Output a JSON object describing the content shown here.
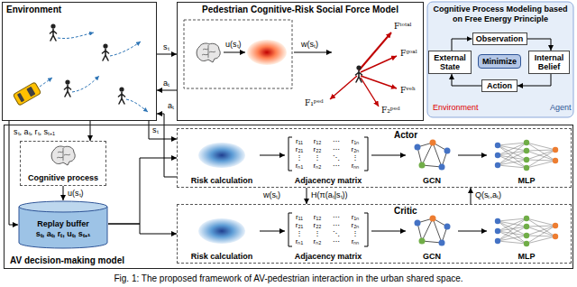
{
  "diagram": {
    "caption": "Fig. 1: The proposed framework of AV-pedestrian interaction in the urban shared space.",
    "nodes": [
      {
        "text": [
          "Environment"
        ]
      },
      {
        "text": [
          "Pedestrian Cognitive-Risk Social Force Model"
        ]
      },
      {
        "text": [
          "Cognitive Process Modeling based on Free Energy Principle"
        ]
      },
      {
        "text": [
          "Observation"
        ],
        "in": 2
      },
      {
        "text": [
          "External State"
        ],
        "in": 2
      },
      {
        "text": [
          "Minimize"
        ],
        "in": 2
      },
      {
        "text": [
          "Internal Belief"
        ],
        "in": 2
      },
      {
        "text": [
          "Action"
        ],
        "in": 2
      },
      {
        "text": [
          "AV decision-making model"
        ]
      },
      {
        "text": [
          "Cognitive process"
        ],
        "in": 8
      },
      {
        "text": [
          "Replay buffer",
          "sₜ, aₜ, rₜ, uₜ, sₜ₊₁"
        ],
        "in": 8
      },
      {
        "text": [
          "Actor"
        ],
        "in": 8
      },
      {
        "text": [
          "Risk calculation"
        ],
        "in": 11
      },
      {
        "text": [
          "Adjacency matrix"
        ],
        "in": 11
      },
      {
        "text": [
          "GCN"
        ],
        "in": 11
      },
      {
        "text": [
          "MLP"
        ],
        "in": 11
      },
      {
        "text": [
          "Critic"
        ],
        "in": 8
      },
      {
        "text": [
          "Risk calculation"
        ],
        "in": 16
      },
      {
        "text": [
          "Adjacency matrix"
        ],
        "in": 16
      },
      {
        "text": [
          "GCN"
        ],
        "in": 16
      },
      {
        "text": [
          "MLP"
        ],
        "in": 16
      }
    ],
    "edges": [
      {
        "from": 0,
        "to": 1,
        "label": "sₜ",
        "arrow": "to"
      },
      {
        "from": 1,
        "to": 0,
        "label": "aₜ",
        "arrow": "to"
      },
      {
        "from": 4,
        "to": 3,
        "arrow": "to"
      },
      {
        "from": 3,
        "to": 6,
        "arrow": "to"
      },
      {
        "from": 6,
        "to": 7,
        "arrow": "to"
      },
      {
        "from": 7,
        "to": 4,
        "arrow": "to"
      },
      {
        "from": 0,
        "to": 9,
        "arrow": "to"
      },
      {
        "from": 0,
        "to": 10,
        "label": "sₜ, aₜ, rₜ, sₜ₊₁",
        "arrow": "to"
      },
      {
        "from": 9,
        "to": 10,
        "label": "u(sₜ)",
        "arrow": "to"
      },
      {
        "from": 10,
        "to": 11,
        "arrow": "to"
      },
      {
        "from": 10,
        "to": 16,
        "arrow": "to"
      },
      {
        "from": 0,
        "to": 11,
        "label": "sₜ",
        "arrow": "to"
      },
      {
        "from": 11,
        "to": 0,
        "label": "aₜ",
        "arrow": "to"
      },
      {
        "from": 12,
        "to": 13,
        "arrow": "to"
      },
      {
        "from": 13,
        "to": 14,
        "arrow": "to"
      },
      {
        "from": 14,
        "to": 15,
        "arrow": "to"
      },
      {
        "from": 17,
        "to": 18,
        "arrow": "to"
      },
      {
        "from": 18,
        "to": 19,
        "arrow": "to"
      },
      {
        "from": 19,
        "to": 20,
        "arrow": "to"
      },
      {
        "from": 11,
        "to": 16,
        "label": "H(π(aₜ|sₜ))",
        "arrow": "to"
      },
      {
        "from": 16,
        "to": 11,
        "label": "Q(sₜ,aₜ)",
        "arrow": "to"
      }
    ],
    "labels": [
      "u(sₜ)",
      "w(sₜ)",
      "Fᵗᵒᵗᵃˡ",
      "Fᵍᵒᵃˡ",
      "Fᵛᵉʰ",
      "F₁ᵖᵉᵈ",
      "F₂ᵖᵉᵈ",
      "Environment",
      "Agent",
      "r₁₁",
      "r₁₂",
      "⋯",
      "r₁ₙ",
      "r₂₁",
      "r₂₂",
      "⋯",
      "r₂ₙ",
      "⋮",
      "⋮",
      "⋱",
      "⋮",
      "rₙ₁",
      "rₙ₂",
      "⋯",
      "rₙₙ",
      "r₁₁",
      "r₁₂",
      "⋯",
      "r₁ₙ",
      "r₂₁",
      "r₂₂",
      "⋯",
      "r₂ₙ",
      "⋮",
      "⋮",
      "⋱",
      "⋮",
      "rₙ₁",
      "rₙ₂",
      "⋯",
      "rₙₙ",
      "w(sₜ)"
    ]
  }
}
